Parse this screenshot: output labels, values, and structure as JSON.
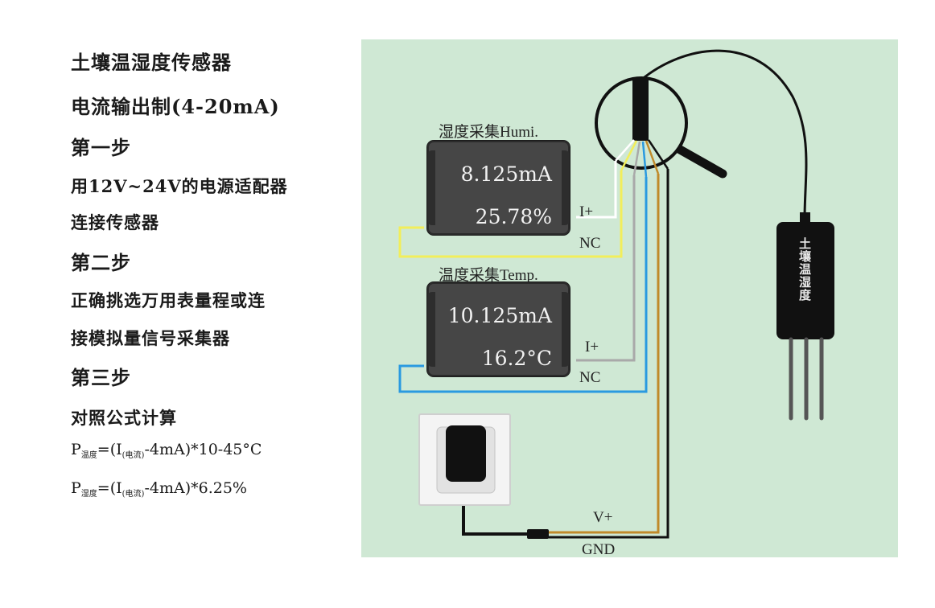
{
  "steps": {
    "title": "土壤温湿度传感器",
    "output_type": "电流输出制(4-20mA)",
    "step1_heading": "第一步",
    "step1_line1": "用12V~24V的电源适配器",
    "step1_line2": "连接传感器",
    "step2_heading": "第二步",
    "step2_line1": "正确挑选万用表量程或连",
    "step2_line2": "接模拟量信号采集器",
    "step3_heading": "第三步",
    "step3_line1": "对照公式计算",
    "formula_temp": {
      "p": "P",
      "p_sub": "温度",
      "eq": "=(I",
      "i_sub": "(电流)",
      "tail": "-4mA)*10-45°C"
    },
    "formula_humi": {
      "p": "P",
      "p_sub": "湿度",
      "eq": "=(I",
      "i_sub": "(电流)",
      "tail": "-4mA)*6.25%"
    }
  },
  "diagram": {
    "meter_humi": {
      "caption": "湿度采集Humi.",
      "current": "8.125mA",
      "reading": "25.78%"
    },
    "meter_temp": {
      "caption": "温度采集Temp.",
      "current": "10.125mA",
      "reading": "16.2°C"
    },
    "humi_iplus": "I+",
    "humi_nc": "NC",
    "temp_iplus": "I+",
    "temp_nc": "NC",
    "vplus": "V+",
    "gnd": "GND",
    "sensor_label": "土壤温湿度"
  },
  "colors": {
    "panel_bg": "#cfe8d4",
    "wire_yellow": "#f2ee5a",
    "wire_white": "#ffffff",
    "wire_gray": "#a9a9a9",
    "wire_blue": "#2a9ae0",
    "wire_brown": "#c08a2a",
    "wire_black": "#111111",
    "meter_bg": "#464646"
  }
}
